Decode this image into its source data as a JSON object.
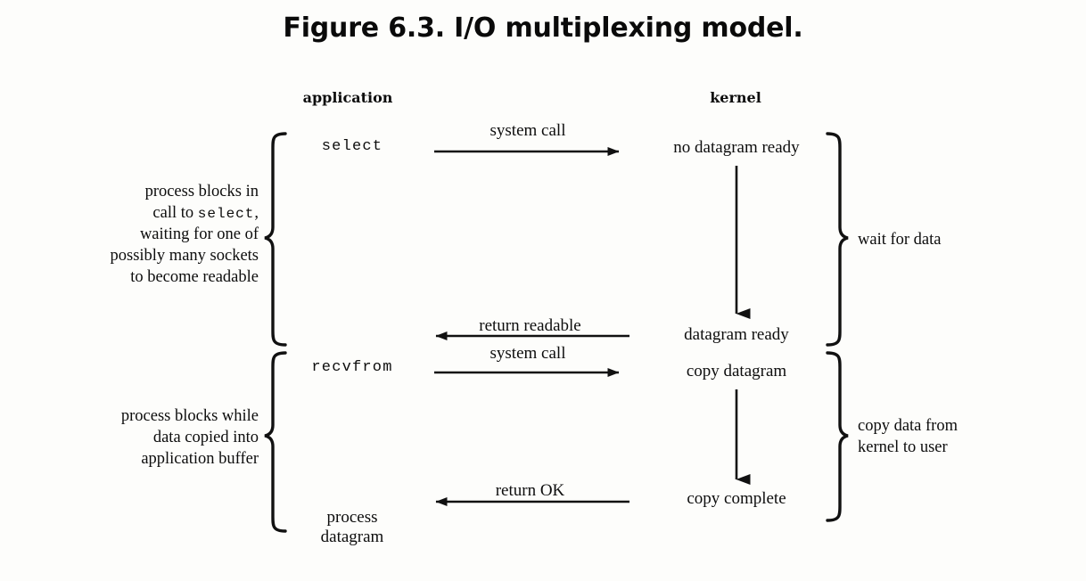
{
  "figure": {
    "title": "Figure 6.3. I/O multiplexing model.",
    "columns": {
      "application": "application",
      "kernel": "kernel"
    },
    "application_nodes": [
      {
        "label": "select",
        "style": "mono"
      },
      {
        "label": "recvfrom",
        "style": "mono"
      },
      {
        "label": "process\ndatagram",
        "style": "serif"
      }
    ],
    "kernel_nodes": [
      {
        "label": "no datagram ready"
      },
      {
        "label": "datagram ready"
      },
      {
        "label": "copy datagram"
      },
      {
        "label": "copy complete"
      }
    ],
    "arrows": [
      {
        "label": "system call",
        "direction": "right"
      },
      {
        "label": "return readable",
        "direction": "left"
      },
      {
        "label": "system call",
        "direction": "right"
      },
      {
        "label": "return OK",
        "direction": "left"
      }
    ],
    "left_notes": [
      {
        "lines": [
          {
            "text": "process blocks in"
          },
          {
            "pre": "call to ",
            "code": "select",
            "post": ","
          },
          {
            "text": "waiting for one of"
          },
          {
            "text": "possibly many sockets"
          },
          {
            "text": "to become readable"
          }
        ]
      },
      {
        "lines": [
          {
            "text": "process blocks while"
          },
          {
            "text": "data copied into"
          },
          {
            "text": "application buffer"
          }
        ]
      }
    ],
    "right_notes": [
      {
        "lines": [
          "wait for data"
        ]
      },
      {
        "lines": [
          "copy data from",
          "kernel to user"
        ]
      }
    ],
    "colors": {
      "ink": "#0d0d0d",
      "background": "#fdfdfb"
    }
  }
}
